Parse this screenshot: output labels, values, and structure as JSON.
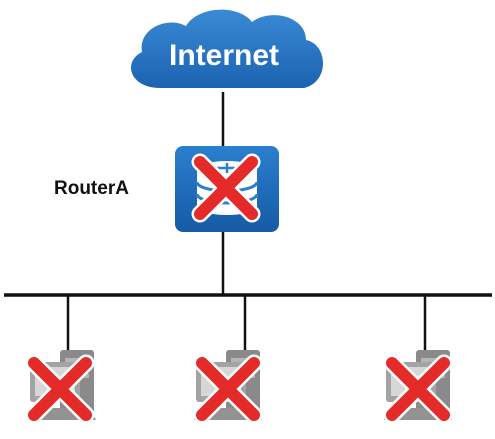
{
  "cloud": {
    "label": "Internet",
    "icon": "cloud-icon",
    "color": "#1f74c4"
  },
  "router": {
    "label": "RouterA",
    "icon": "router-icon",
    "color": "#1e6fbe",
    "status": "disabled"
  },
  "hosts": [
    {
      "icon": "pc-icon",
      "status": "disabled"
    },
    {
      "icon": "pc-icon",
      "status": "disabled"
    },
    {
      "icon": "pc-icon",
      "status": "disabled"
    }
  ],
  "colors": {
    "link": "#111111",
    "cross": "#e52a2a",
    "cross_outline": "#ffffff",
    "pc_body": "#9c9c9c"
  }
}
